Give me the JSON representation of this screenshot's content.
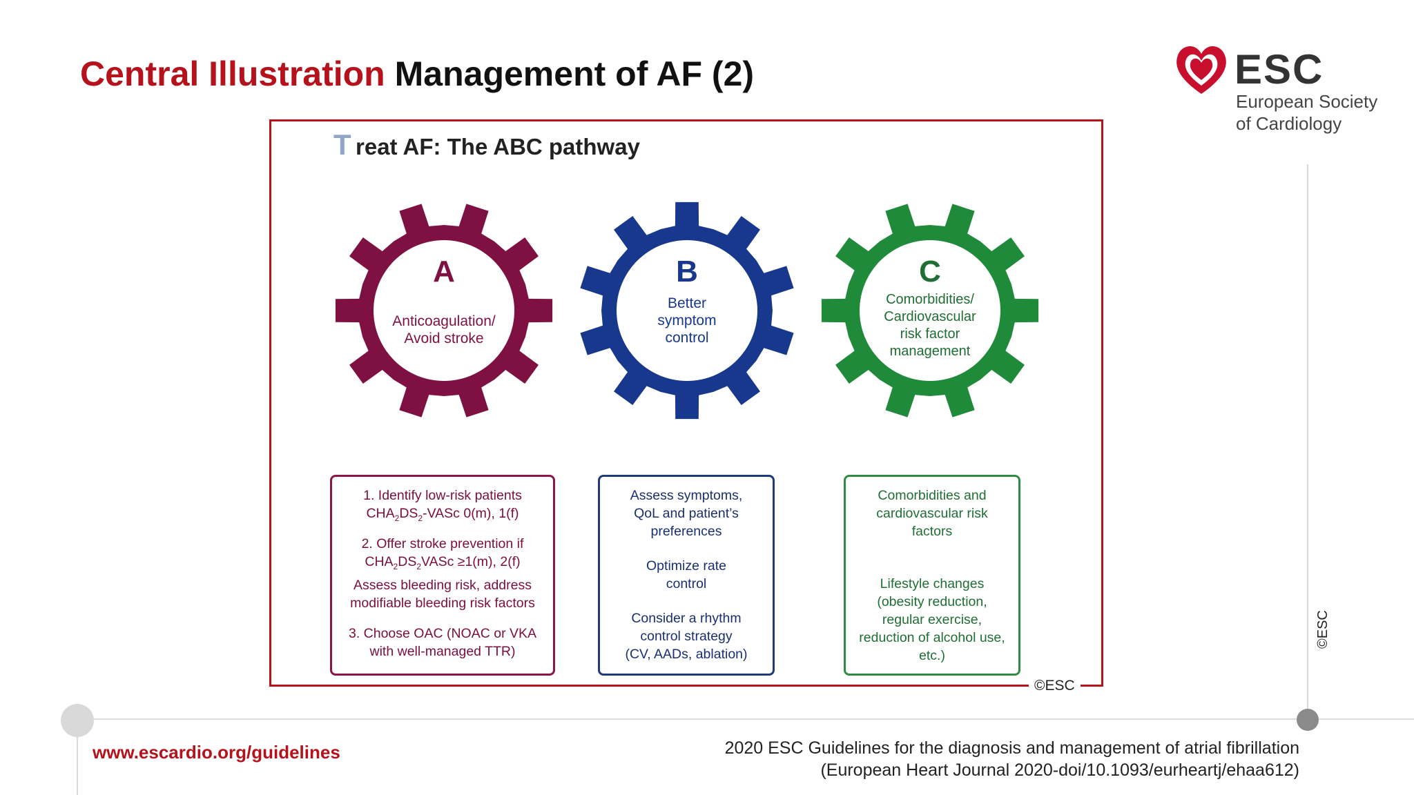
{
  "header": {
    "title_red": "Central Illustration",
    "title_black": "Management of AF (2)"
  },
  "logo": {
    "letters": "ESC",
    "line1": "European Society",
    "line2": "of Cardiology"
  },
  "panel": {
    "title_initial": "T",
    "title_rest": "reat AF: The ABC pathway",
    "copyright": "©ESC",
    "gears": [
      {
        "letter": "A",
        "line1": "Anticoagulation/",
        "line2": "Avoid stroke",
        "line3": "",
        "line4": "",
        "color": "#7f1142"
      },
      {
        "letter": "B",
        "line1": "Better",
        "line2": "symptom",
        "line3": "control",
        "line4": "",
        "color": "#17388c"
      },
      {
        "letter": "C",
        "line1": "Comorbidities/",
        "line2": "Cardiovascular",
        "line3": "risk factor",
        "line4": "management",
        "color": "#1f8a3a"
      }
    ],
    "boxes": {
      "a": {
        "item1_line1": "1. Identify low-risk patients",
        "item1_cha": "CHA",
        "item1_sub1": "2",
        "item1_ds": "DS",
        "item1_sub2": "2",
        "item1_rest": "-VASc 0(m), 1(f)",
        "item2_line1": "2. Offer stroke prevention if",
        "item2_cha": "CHA",
        "item2_sub1": "2",
        "item2_ds": "DS",
        "item2_sub2": "2",
        "item2_rest": "VASc ≥1(m), 2(f)",
        "item3_line1": "Assess bleeding risk, address",
        "item3_line2": "modifiable bleeding risk factors",
        "item4_line1": "3. Choose OAC (NOAC or VKA",
        "item4_line2": "with well-managed TTR)"
      },
      "b": {
        "p1_l1": "Assess symptoms,",
        "p1_l2": "QoL and patient’s",
        "p1_l3": "preferences",
        "p2_l1": "Optimize rate",
        "p2_l2": "control",
        "p3_l1": "Consider a rhythm",
        "p3_l2": "control strategy",
        "p3_l3": "(CV, AADs, ablation)"
      },
      "c": {
        "p1_l1": "Comorbidities and",
        "p1_l2": "cardiovascular risk",
        "p1_l3": "factors",
        "p2_l1": "Lifestyle changes",
        "p2_l2": "(obesity reduction,",
        "p2_l3": "regular exercise,",
        "p2_l4": "reduction of alcohol use,",
        "p2_l5": "etc.)"
      }
    }
  },
  "side_copyright": "©ESC",
  "footer": {
    "url": "www.escardio.org/guidelines",
    "citation_line1": "2020 ESC Guidelines for the diagnosis and management of atrial fibrillation",
    "citation_line2": "(European Heart Journal 2020-doi/10.1093/eurheartj/ehaa612)"
  },
  "colors": {
    "brand_red": "#b5121b",
    "gear_a": "#7f1142",
    "gear_b": "#17388c",
    "gear_c": "#1f8a3a"
  }
}
